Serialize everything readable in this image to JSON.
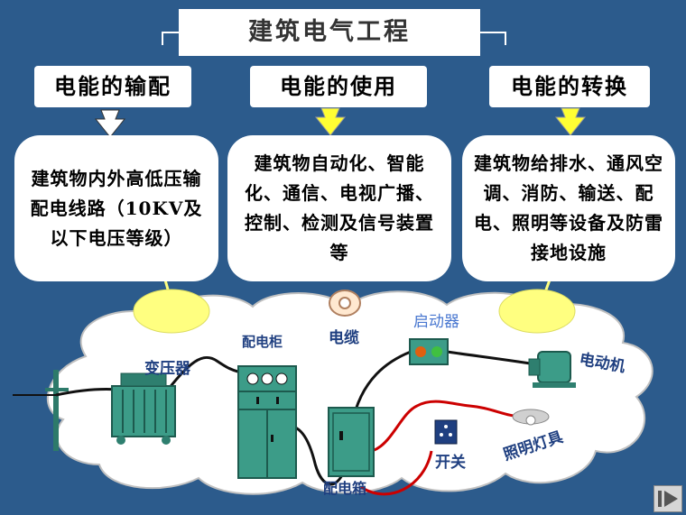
{
  "title": "建筑电气工程",
  "categories": [
    {
      "label": "电能的输配",
      "description": "建筑物内外高低压输配电线路（10KV及以下电压等级）"
    },
    {
      "label": "电能的使用",
      "description": "建筑物自动化、智能化、通信、电视广播、控制、检测及信号装置等"
    },
    {
      "label": "电能的转换",
      "description": "建筑物给排水、通风空调、消防、输送、配电、照明等设备及防雷接地设施"
    }
  ],
  "components": {
    "transformer": "变压器",
    "distribution_cabinet": "配电柜",
    "cable": "电缆",
    "starter": "启动器",
    "motor": "电动机",
    "switch": "开关",
    "lighting": "照明灯具",
    "distribution_box": "配电箱"
  },
  "colors": {
    "background": "#2c5b8c",
    "bubble_tail": "#ffff80",
    "arrow_white": "#ffffff",
    "arrow_yellow": "#ffff33",
    "cloud": "#ffffff",
    "equipment": "#3c9c88",
    "cable_black": "#111111",
    "cable_red": "#cc0000",
    "label": "#1f3f80"
  },
  "icons": [
    "play-icon"
  ]
}
